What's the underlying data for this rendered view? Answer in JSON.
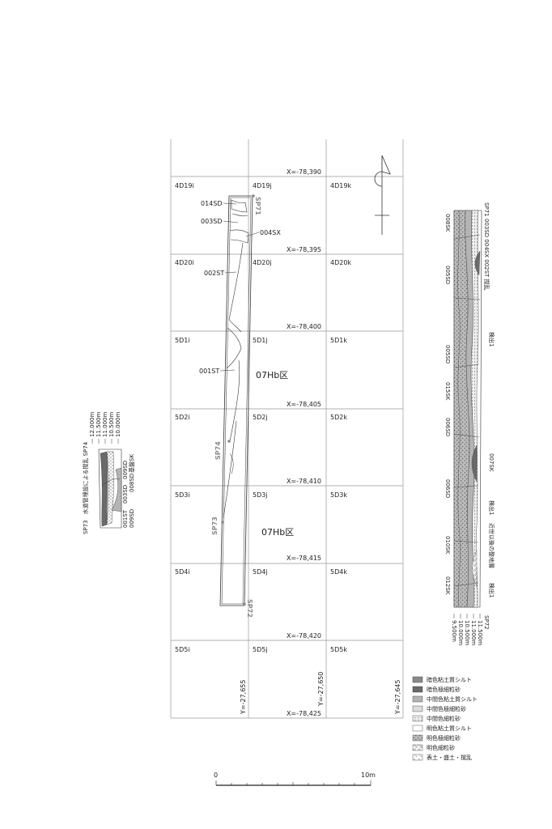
{
  "grid": {
    "cells": [
      [
        "",
        "",
        ""
      ],
      [
        "4D19i",
        "4D19j",
        "4D19k"
      ],
      [
        "4D20i",
        "4D20j",
        "4D20k"
      ],
      [
        "5D1i",
        "5D1j",
        "5D1k"
      ],
      [
        "5D2i",
        "5D2j",
        "5D2k"
      ],
      [
        "5D3i",
        "5D3j",
        "5D3k"
      ],
      [
        "5D4i",
        "5D4j",
        "5D4k"
      ],
      [
        "5D5i",
        "5D5j",
        "5D5k"
      ]
    ],
    "x_coords": [
      "X=-78,390",
      "X=-78,395",
      "X=-78,400",
      "X=-78,405",
      "X=-78,410",
      "X=-78,415",
      "X=-78,420",
      "X=-78,425"
    ],
    "y_coords": [
      "Y=-27,655",
      "Y=-27,650",
      "Y=-27,645"
    ]
  },
  "features": {
    "f014SD": "014SD",
    "f003SD": "003SD",
    "f004SX": "004SX",
    "f002ST": "002ST",
    "f001ST": "001ST",
    "area1": "07Hb区",
    "area2": "07Hb区"
  },
  "sample_points": {
    "sp71": "SP71",
    "sp74": "SP74",
    "sp73": "SP73",
    "sp72": "SP72"
  },
  "left_section": {
    "title": "SP73　水道管埋設による撹乱 SP74",
    "elev": [
      "12.000m",
      "11.500m",
      "11.000m",
      "10.500m",
      "10.000m"
    ],
    "labels": [
      "001ST",
      "003SD",
      "009SD",
      "009SD",
      "008SD",
      "基盤SK"
    ]
  },
  "right_section": {
    "top_label": "SP71",
    "top_feature": "003SD 004SX 002ST 撹乱",
    "labels": [
      "008SK",
      "005SD",
      "検出1",
      "005SD",
      "015SK",
      "006SD",
      "007SK",
      "006SD",
      "検出1",
      "近世以後の整地層",
      "010SK",
      "検出1",
      "012SK"
    ],
    "bottom_label": "SP72",
    "elev": [
      "11.500m",
      "11.000m",
      "10.500m",
      "10.000m",
      "9.500m"
    ]
  },
  "legend": [
    {
      "label": "暗色粘土質シルト",
      "pattern": "dark-silt"
    },
    {
      "label": "暗色極細粒砂",
      "pattern": "dark-sand"
    },
    {
      "label": "中間色粘土質シルト",
      "pattern": "mid-silt"
    },
    {
      "label": "中間色極細粒砂",
      "pattern": "mid-sand"
    },
    {
      "label": "中間色細粒砂",
      "pattern": "mid-fine"
    },
    {
      "label": "明色粘土質シルト",
      "pattern": "light-silt"
    },
    {
      "label": "明色極細粒砂",
      "pattern": "light-sand"
    },
    {
      "label": "明色細粒砂",
      "pattern": "light-fine"
    },
    {
      "label": "表土・盛土・撹乱",
      "pattern": "topsoil"
    }
  ],
  "scale": {
    "start": "0",
    "end": "10m"
  },
  "colors": {
    "dark": "#6a6a6a",
    "mid": "#b4b4b4",
    "light": "#dcdcdc",
    "line": "#333333",
    "grid": "#999999"
  }
}
